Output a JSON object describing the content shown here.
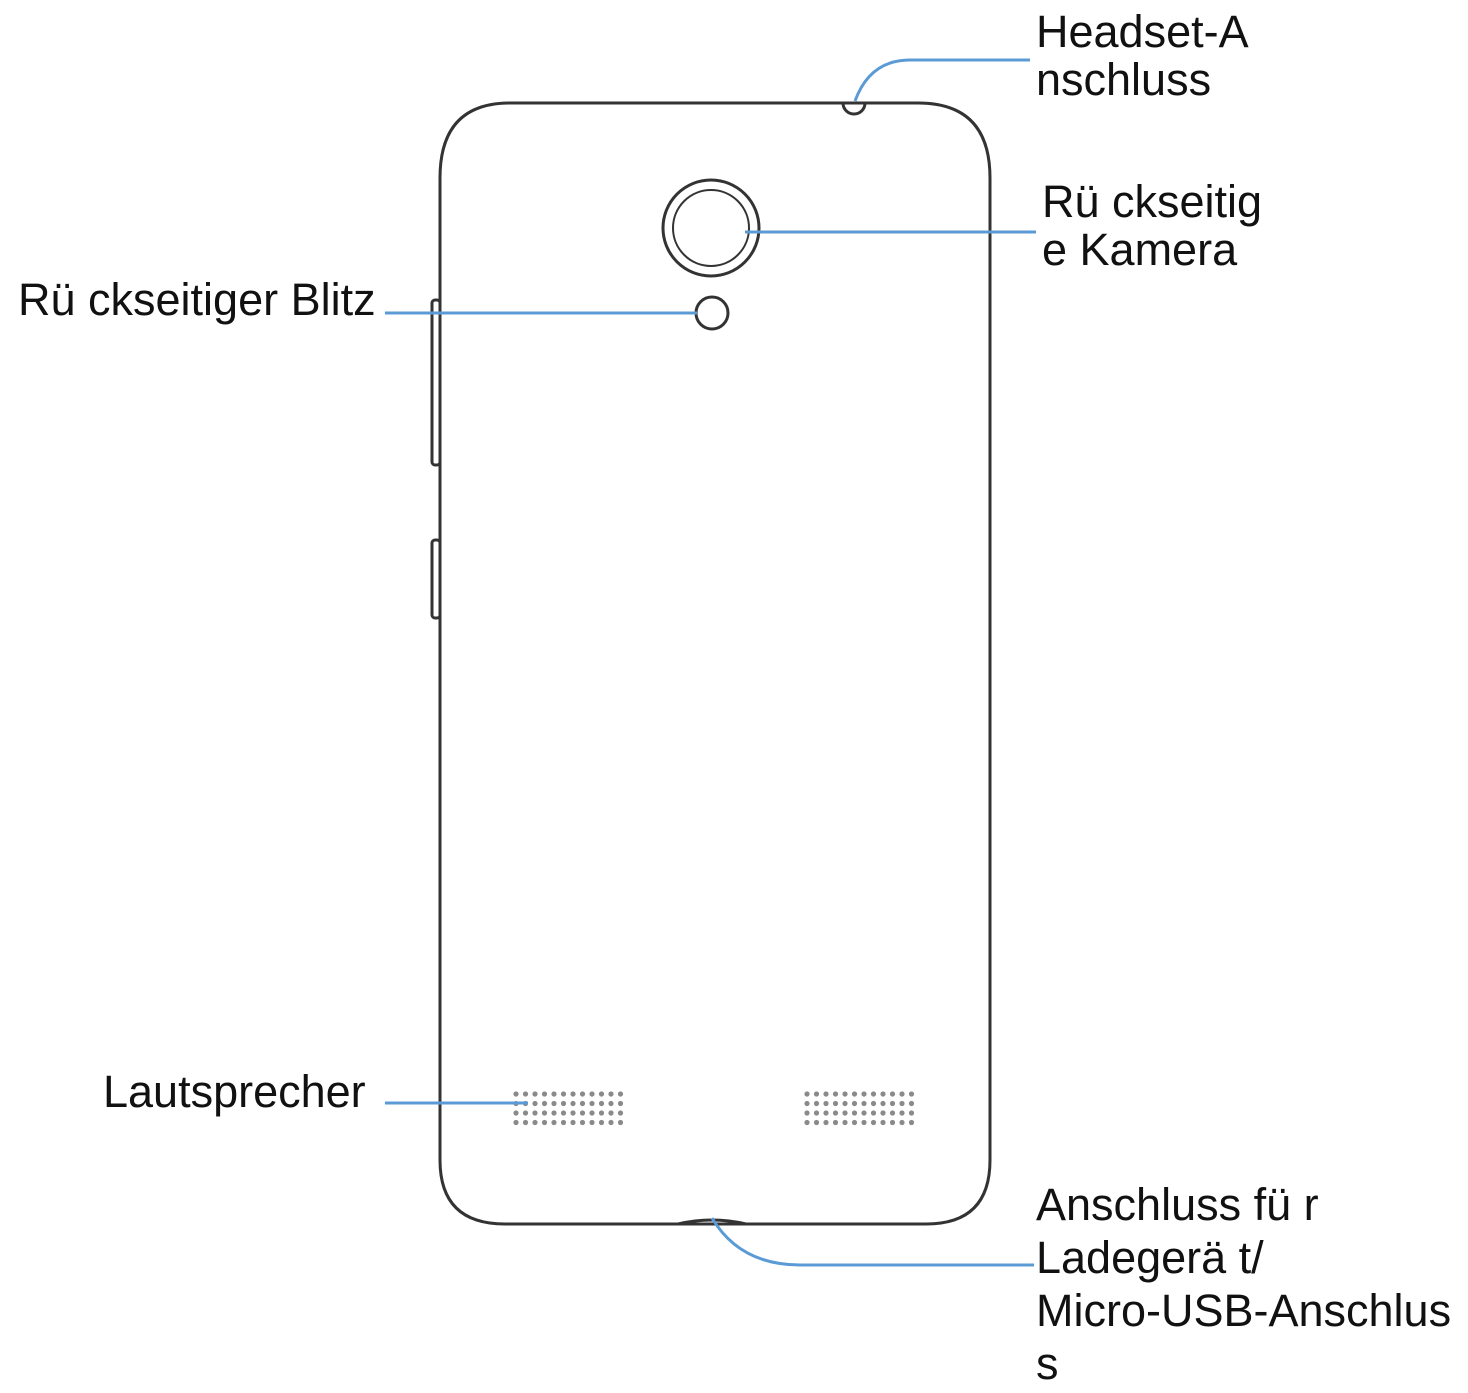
{
  "colors": {
    "outline": "#333333",
    "leader": "#5b9bd5",
    "speaker_dot": "#8a8a8a",
    "text": "#111111"
  },
  "labels": {
    "headset": [
      "Headset-A",
      "nschluss"
    ],
    "rear_camera": [
      "Rü ckseitig",
      "e Kamera"
    ],
    "rear_flash": "Rü ckseitiger Blitz",
    "speaker": "Lautsprecher",
    "charger": [
      "Anschluss fü r",
      "Ladegerä t/",
      "Micro-USB-Anschlus",
      "s"
    ]
  }
}
